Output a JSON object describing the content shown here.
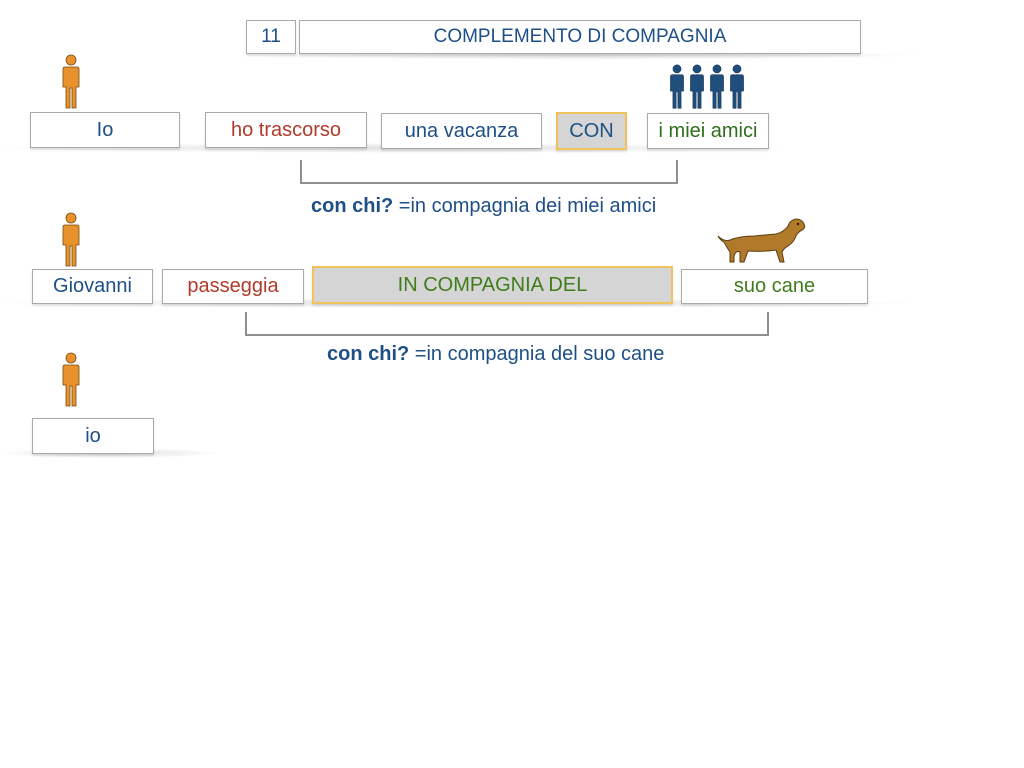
{
  "header": {
    "number": "11",
    "title": "COMPLEMENTO DI COMPAGNIA"
  },
  "sentence1": {
    "subject": "Io",
    "verb": "ho trascorso",
    "object": "una vacanza",
    "preposition": "CON",
    "complement": "i miei amici",
    "question": {
      "strong": "con chi?",
      "rest": "=in compagnia dei miei amici"
    }
  },
  "sentence2": {
    "subject": "Giovanni",
    "verb": "passeggia",
    "preposition": "IN COMPAGNIA DEL",
    "complement": "suo cane",
    "question": {
      "strong": "con chi?",
      "rest": "=in compagnia del suo cane"
    }
  },
  "sentence3": {
    "subject": "io"
  },
  "colors": {
    "subject": "#1e4f86",
    "verb": "#b13a2b",
    "complement": "#3f7d1c",
    "person_icon": "#e8922c",
    "group_icon": "#1f4e7d",
    "dog_icon": "#b07a2a",
    "highlight_border": "#f1c15b"
  },
  "icons": {
    "person": "person-icon",
    "group": "group-icon",
    "dog": "dog-icon"
  }
}
